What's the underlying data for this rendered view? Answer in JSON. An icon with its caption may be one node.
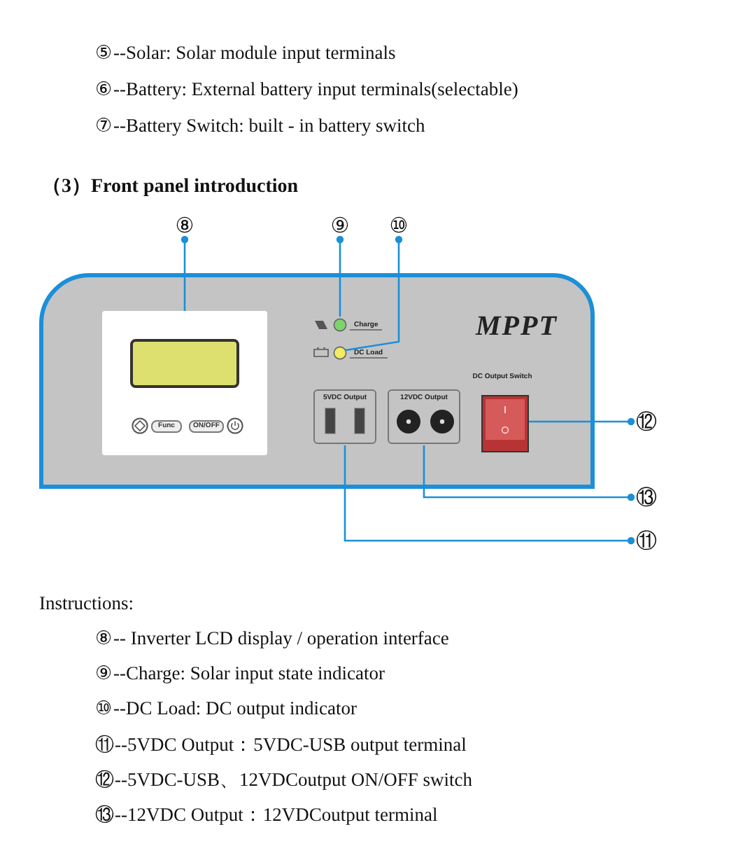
{
  "diagram": {
    "title": "（3）Front panel introduction",
    "nodes": [
      {
        "text": [
          "⑧"
        ]
      },
      {
        "text": [
          "⑨"
        ]
      },
      {
        "text": [
          "⑩"
        ]
      },
      {
        "text": [
          "⑫"
        ]
      },
      {
        "text": [
          "⑬"
        ]
      },
      {
        "text": [
          "⑪"
        ]
      },
      {
        "text": [
          "MPPT"
        ]
      },
      {
        "text": [
          "Func",
          "ON/OFF"
        ],
        "in": 6
      },
      {
        "text": [
          "Charge"
        ],
        "in": 6
      },
      {
        "text": [
          "DC Load"
        ],
        "in": 6
      },
      {
        "text": [
          "5VDC Output"
        ],
        "in": 6
      },
      {
        "text": [
          "12VDC Output"
        ],
        "in": 6
      },
      {
        "text": [
          "DC Output Switch"
        ],
        "in": 6
      }
    ],
    "edges": [
      {
        "from": 0,
        "to": 7,
        "arrow": "other"
      },
      {
        "from": 1,
        "to": 8,
        "arrow": "other"
      },
      {
        "from": 2,
        "to": 9,
        "arrow": "other"
      },
      {
        "from": 3,
        "to": 12,
        "arrow": "other"
      },
      {
        "from": 4,
        "to": 11,
        "arrow": "other"
      },
      {
        "from": 5,
        "to": 10,
        "arrow": "other"
      }
    ],
    "labels": [
      "⑤--Solar: Solar module input terminals",
      "⑥--Battery: External battery input terminals(selectable)",
      "⑦--Battery Switch: built - in battery switch",
      "Instructions:",
      "⑧-- Inverter LCD display / operation interface",
      "⑨--Charge: Solar input state indicator",
      "⑩--DC Load: DC output indicator",
      "⑪--5VDC Output：5VDC-USB output terminal",
      "⑫--5VDC-USB、12VDCoutput ON/OFF switch",
      "⑬--12VDC Output：12VDCoutput terminal"
    ]
  }
}
